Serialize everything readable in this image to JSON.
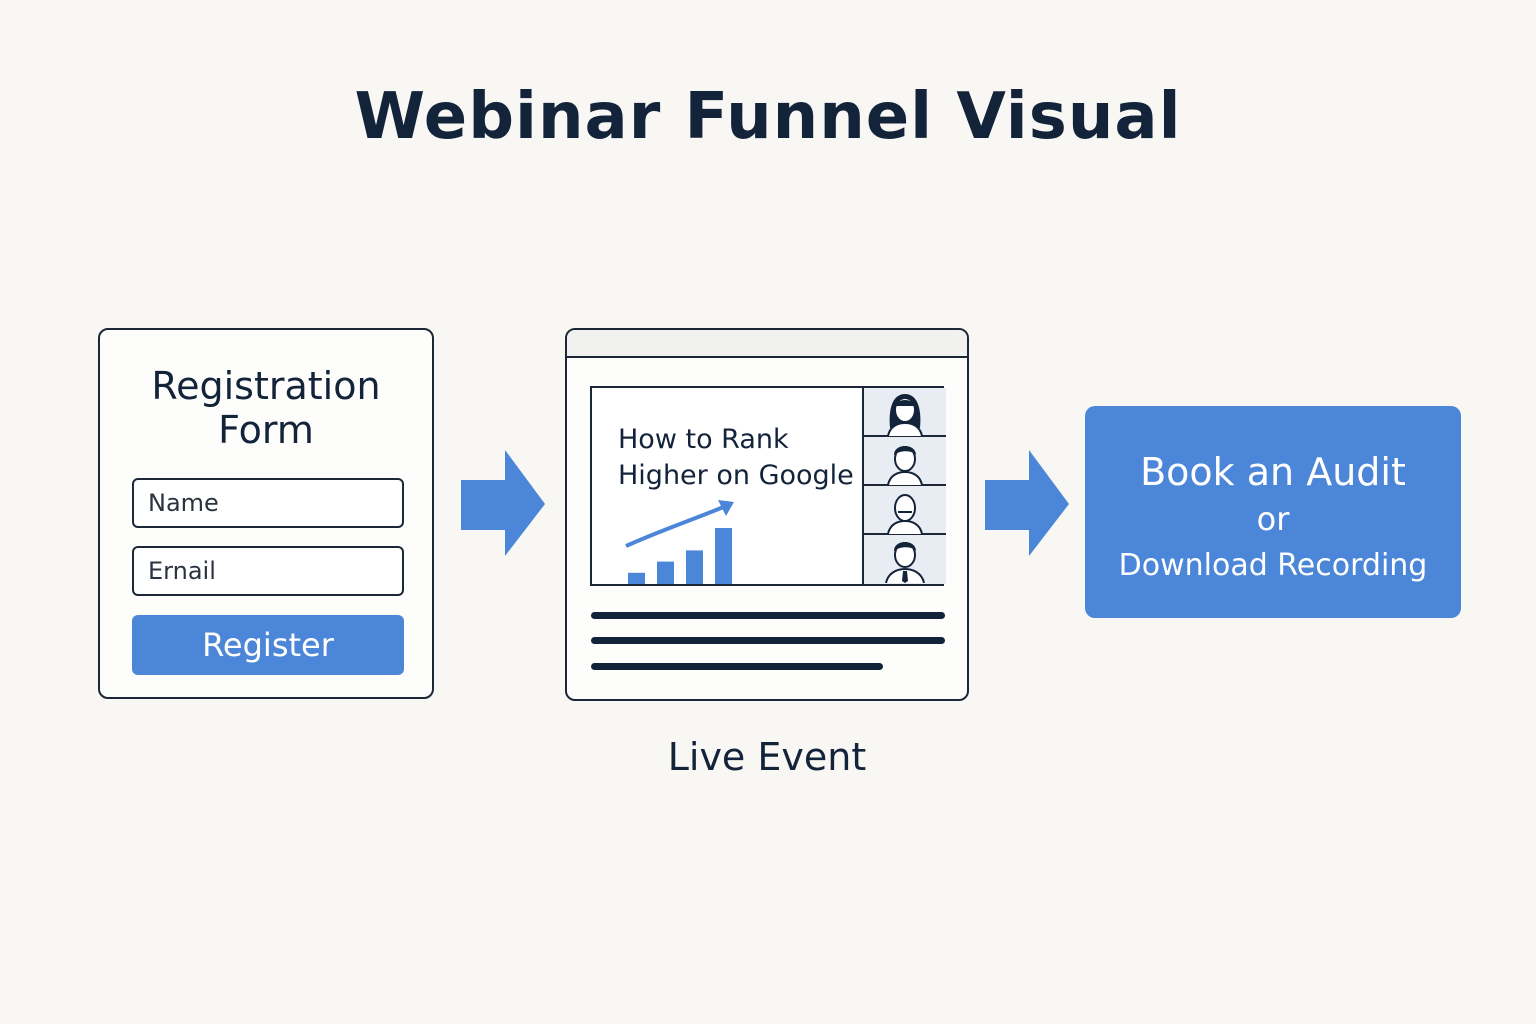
{
  "title": "Webinar Funnel Visual",
  "registration": {
    "heading_line1": "Registration",
    "heading_line2": "Form",
    "name_placeholder": "Name",
    "email_placeholder": "Ernail",
    "register_label": "Register"
  },
  "live_event": {
    "slide_title_line1": "How to Rank",
    "slide_title_line2": "Higher on Google",
    "label": "Live Event",
    "chart_values": [
      1,
      2,
      3,
      5
    ],
    "participants": [
      "woman-avatar-icon",
      "man-avatar-icon",
      "bald-man-avatar-icon",
      "man-tie-avatar-icon"
    ]
  },
  "cta": {
    "primary": "Book an Audit",
    "or": "or",
    "secondary": "Download Recording"
  },
  "colors": {
    "accent": "#4b86d8",
    "ink": "#13233a",
    "background": "#f8f7f3"
  }
}
